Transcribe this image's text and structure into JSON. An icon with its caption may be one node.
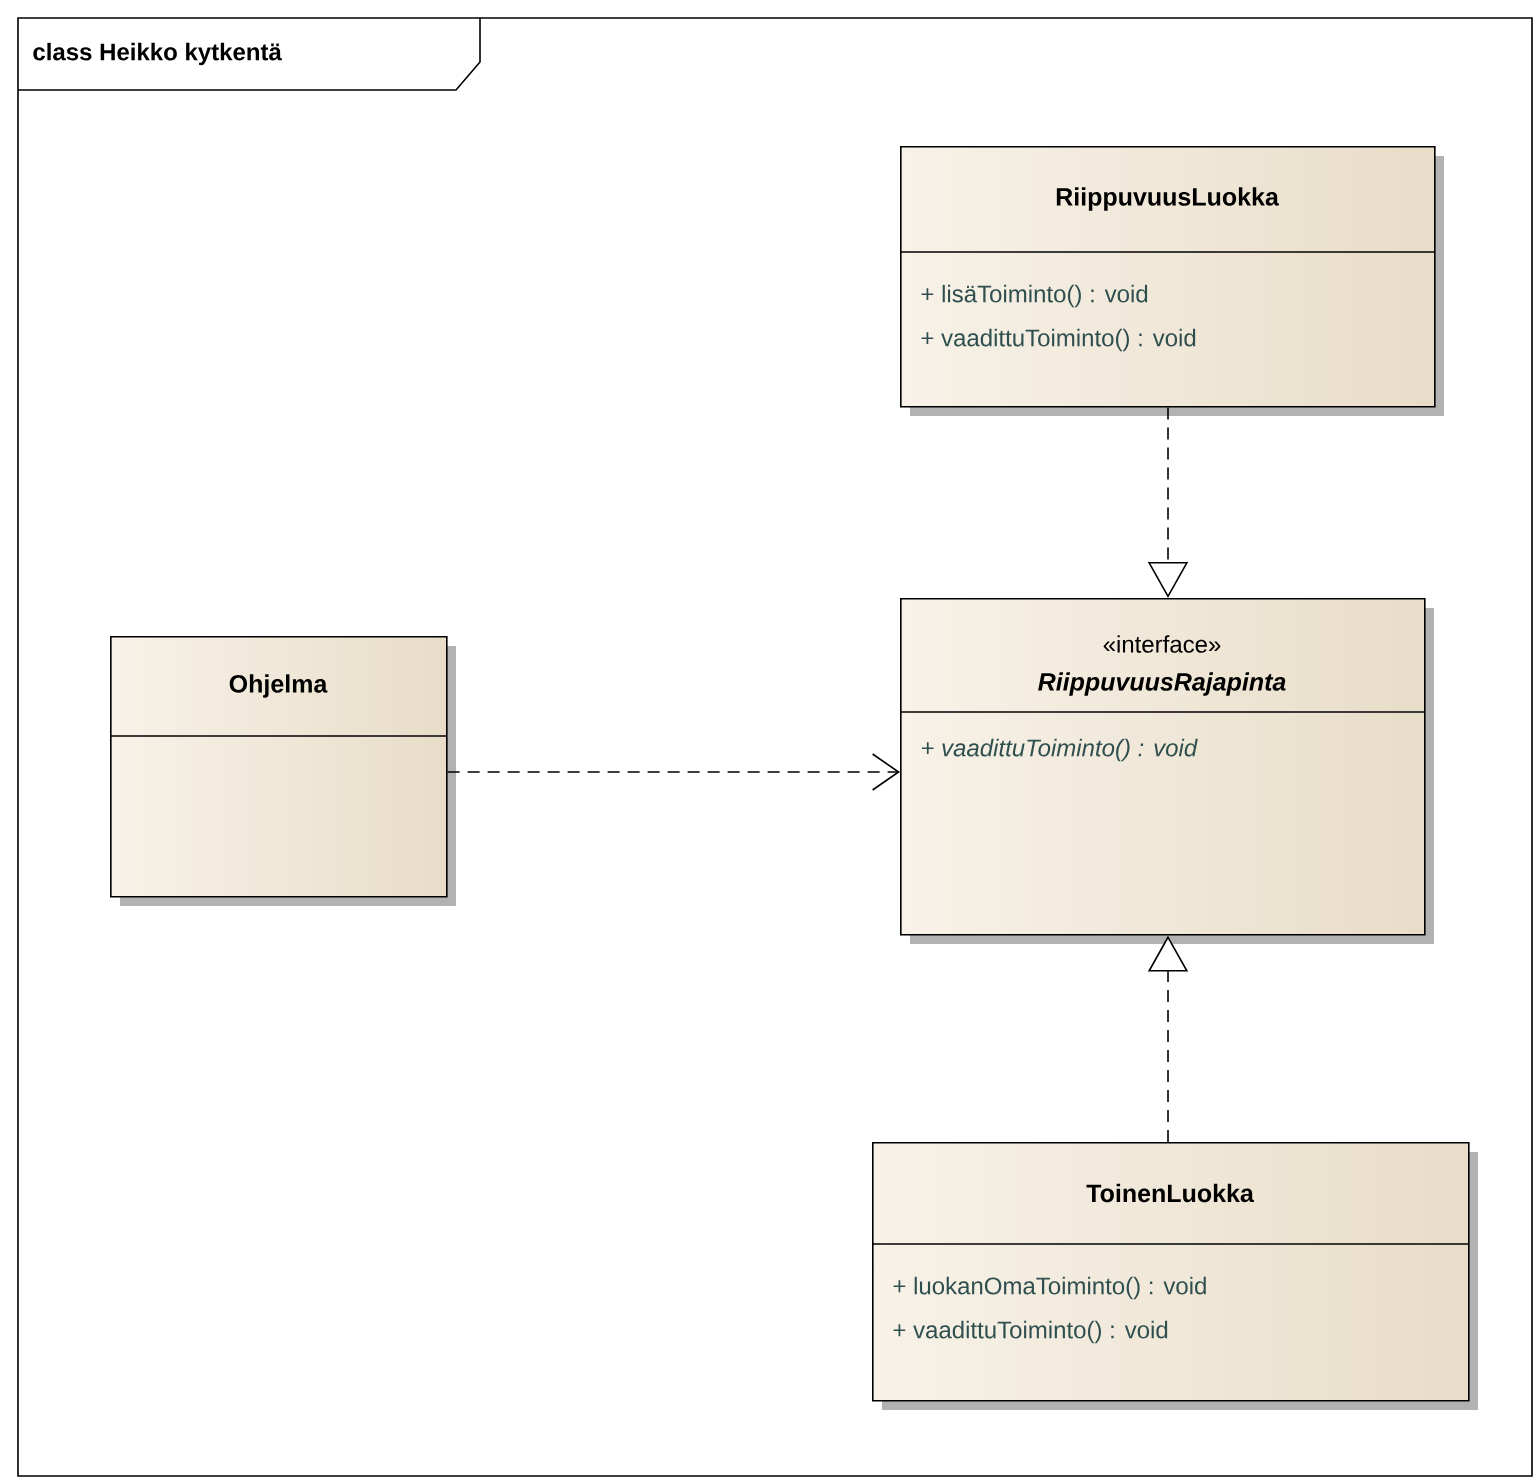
{
  "diagram": {
    "title": "class Heikko kytkentä",
    "nodes": [
      {
        "text": [
          "RiippuvuusLuokka",
          "+ lisäToiminto() : void",
          "+ vaadittuToiminto() : void"
        ]
      },
      {
        "text": [
          "Ohjelma"
        ]
      },
      {
        "text": [
          "«interface»",
          "RiippuvuusRajapinta",
          "+ vaadittuToiminto() : void"
        ]
      },
      {
        "text": [
          "ToinenLuokka",
          "+ luokanOmaToiminto() : void",
          "+ vaadittuToiminto() : void"
        ]
      }
    ],
    "edges": [
      {
        "from": 0,
        "to": 2,
        "arrow": "to",
        "style": "dashed"
      },
      {
        "from": 1,
        "to": 2,
        "arrow": "to",
        "style": "dashed"
      },
      {
        "from": 3,
        "to": 2,
        "arrow": "to",
        "style": "dashed"
      }
    ]
  }
}
